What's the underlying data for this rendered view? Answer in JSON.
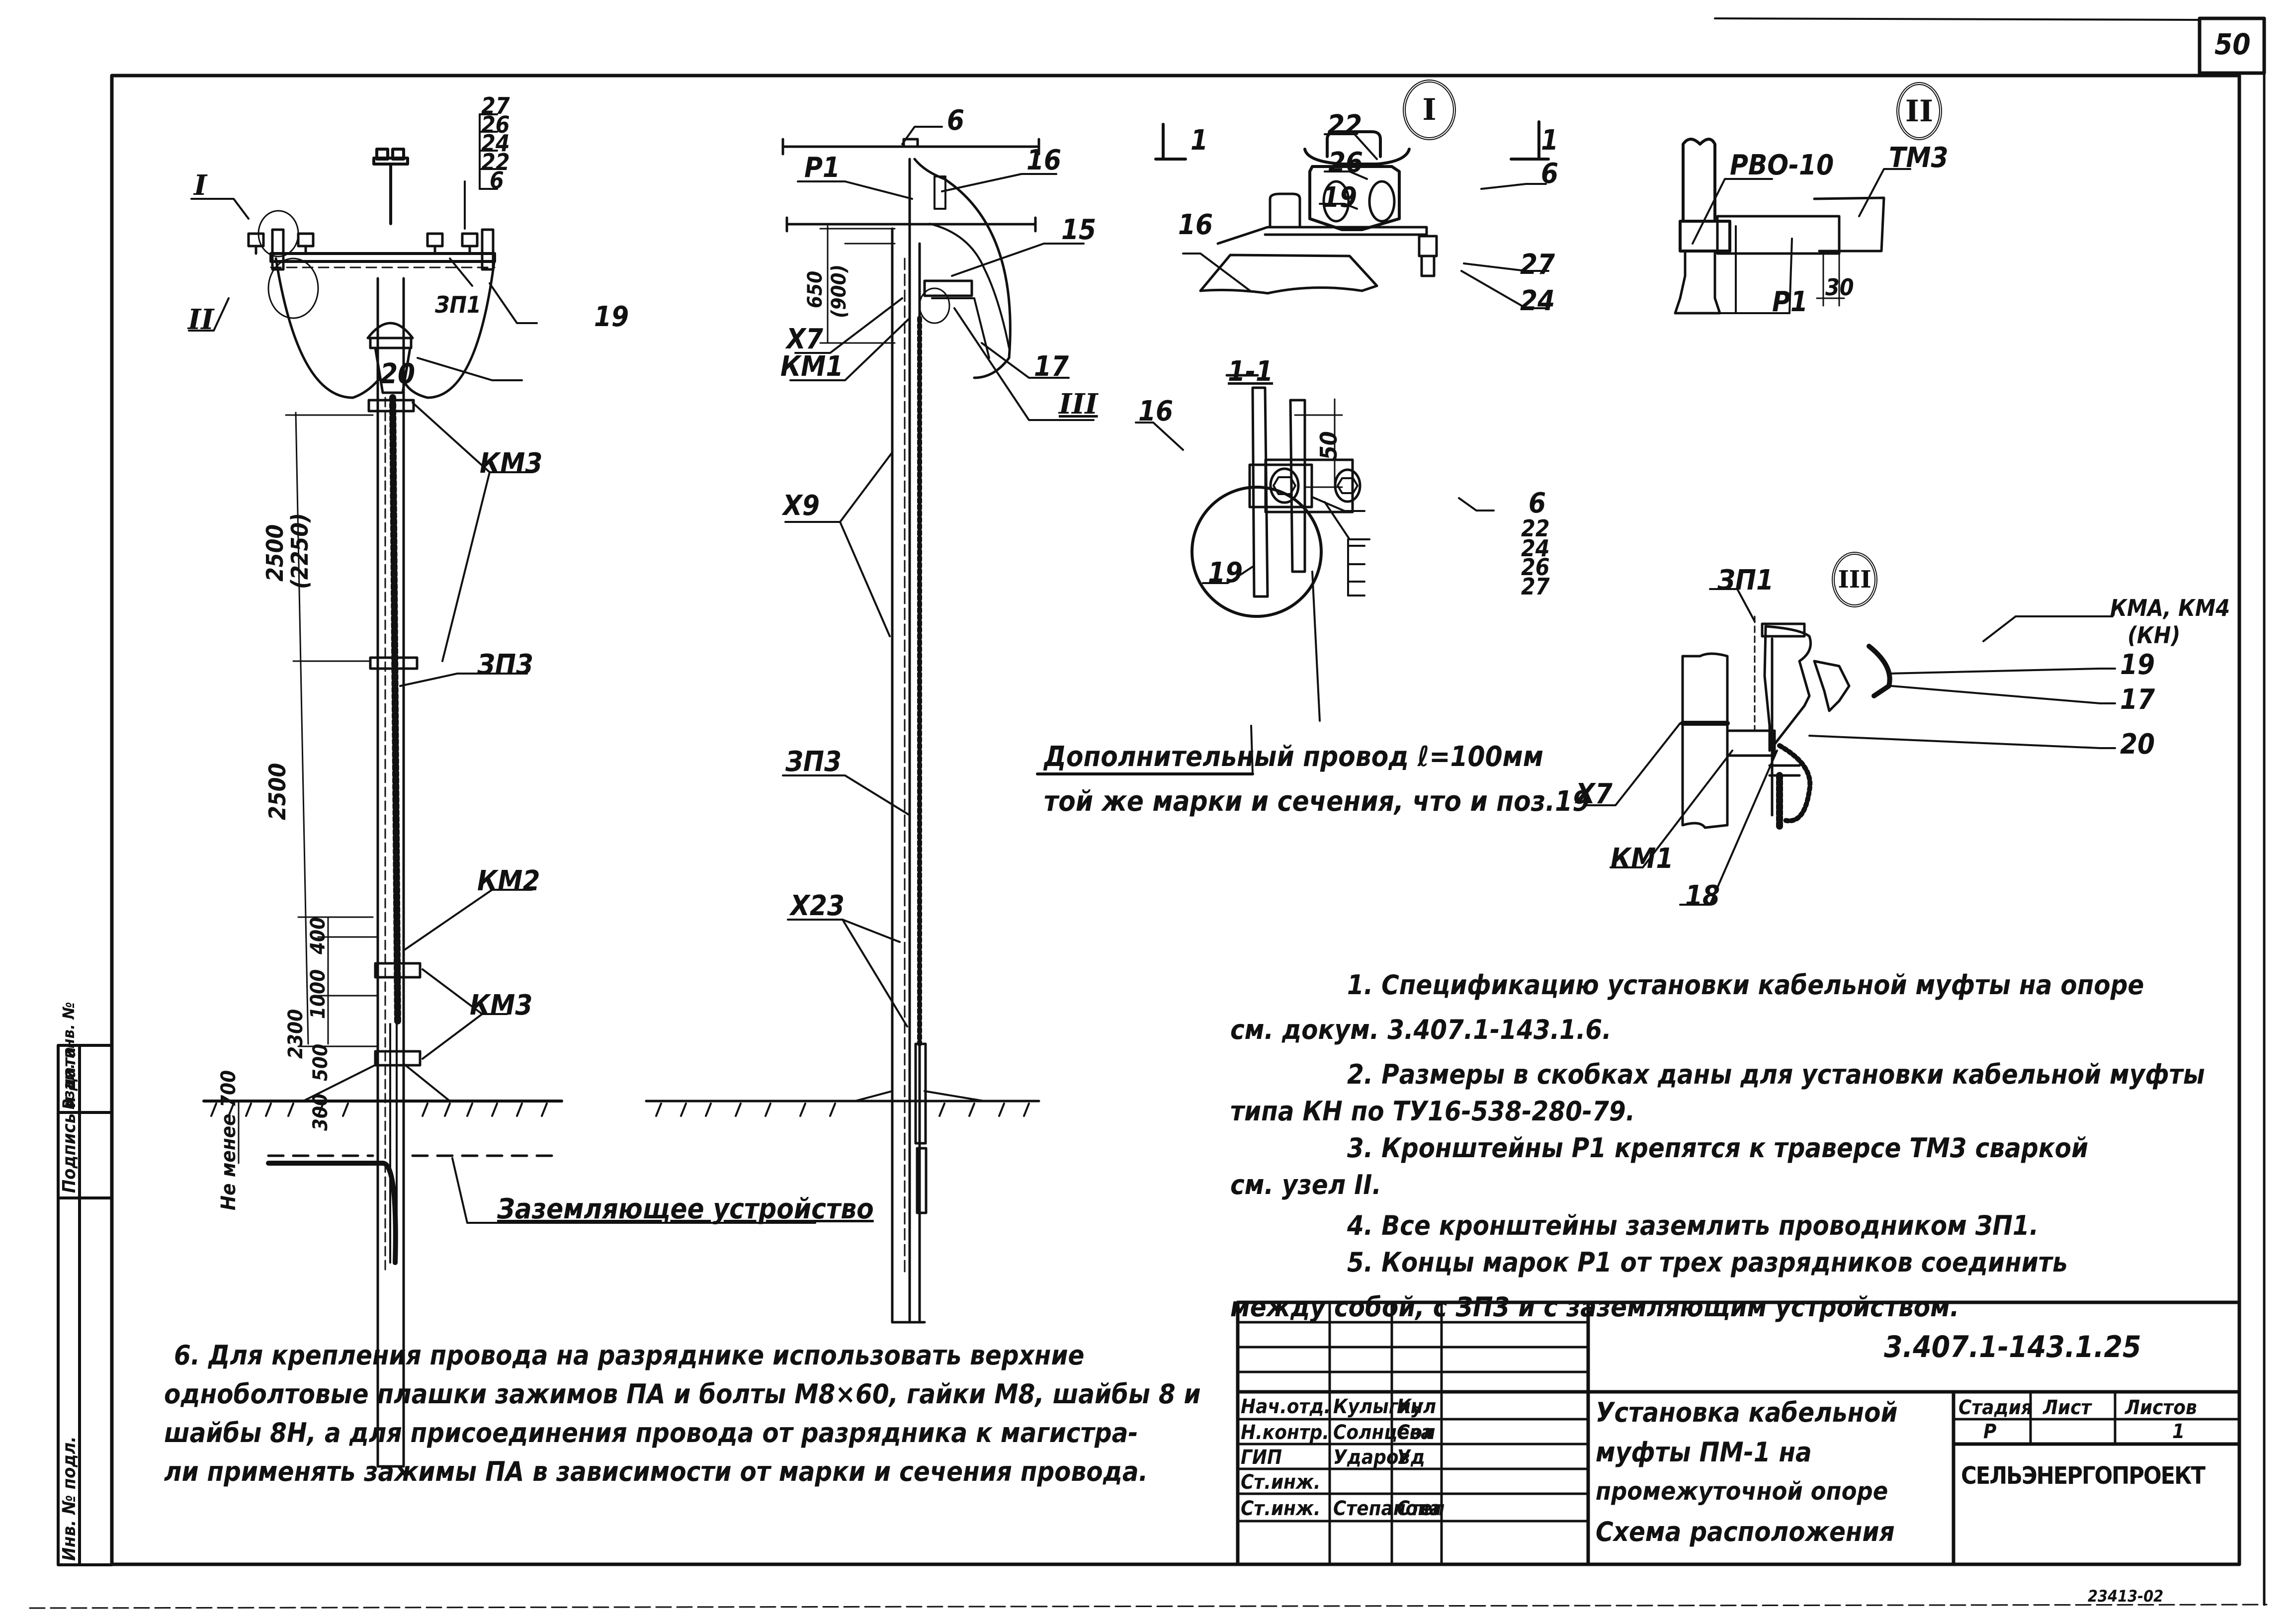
{
  "sheet_number": "50",
  "document_code": "3.407.1-143.1.25",
  "archive_number": "23413-02",
  "main_view": {
    "callouts": {
      "detail_I": "I",
      "detail_II": "II",
      "stack_top": [
        "27",
        "26",
        "24",
        "22",
        "6"
      ],
      "zp1": "ЗП1",
      "pos19": "19",
      "pos20": "20",
      "km3_upper": "КМ3",
      "zp3": "ЗП3",
      "km2": "КМ2",
      "km3_lower": "КМ3"
    },
    "dimensions": {
      "d2500_top": "2500",
      "d2250_alt": "(2250)",
      "d2500_mid": "2500",
      "d400": "400",
      "d1000": "1000",
      "d2300": "2300",
      "d500": "500",
      "d300": "300",
      "depth": "Не менее 700"
    },
    "grounding_label": "Заземляющее устройство"
  },
  "side_view": {
    "callouts": {
      "pos6": "6",
      "p1": "Р1",
      "pos16": "16",
      "pos15": "15",
      "x7": "Х7",
      "pos17": "17",
      "km1": "КМ1",
      "detail_III": "III",
      "x9": "Х9",
      "zp3": "ЗП3",
      "x23": "Х23"
    },
    "dimensions": {
      "d650": "650",
      "d900_alt": "(900)"
    }
  },
  "detail_I": {
    "title": "I",
    "section_marks": [
      "1",
      "1"
    ],
    "callouts": {
      "pos22": "22",
      "pos26": "26",
      "pos19": "19",
      "pos6": "6",
      "pos16": "16",
      "pos27": "27",
      "pos24": "24"
    }
  },
  "section_1_1": {
    "title": "1-1",
    "callouts": {
      "pos16": "16",
      "pos19": "19",
      "pos6": "6",
      "stack": [
        "22",
        "24",
        "26",
        "27"
      ]
    },
    "dimension": "50",
    "extra_wire_note_line1": "Дополнительный провод ℓ=100мм",
    "extra_wire_note_line2": "той же марки и сечения, что и поз.19"
  },
  "detail_II": {
    "title": "II",
    "callouts": {
      "rvo": "РВО-10",
      "tm3": "ТМ3",
      "p1": "Р1"
    },
    "dimension": "30"
  },
  "detail_III": {
    "title": "III",
    "callouts": {
      "zp1": "ЗП1",
      "kma": "КМА, КМ4",
      "kn": "(КН)",
      "pos19": "19",
      "pos17": "17",
      "x7": "Х7",
      "pos20": "20",
      "km1": "КМ1",
      "pos18": "18"
    }
  },
  "notes": [
    {
      "indent": true,
      "text": "1. Спецификацию установки кабельной муфты на опоре"
    },
    {
      "indent": false,
      "text": "см. докум. 3.407.1-143.1.6."
    },
    {
      "indent": true,
      "text": "2. Размеры в скобках даны для установки кабельной муфты"
    },
    {
      "indent": false,
      "text": "типа КН по ТУ16-538-280-79."
    },
    {
      "indent": true,
      "text": "3. Кронштейны Р1 крепятся к траверсе ТМ3 сваркой"
    },
    {
      "indent": false,
      "text": "см. узел II."
    },
    {
      "indent": true,
      "text": "4. Все кронштейны заземлить проводником ЗП1."
    },
    {
      "indent": true,
      "text": "5. Концы марок Р1 от трех разрядников соединить"
    },
    {
      "indent": false,
      "text": "между собой, с ЗП3 и с заземляющим устройством."
    }
  ],
  "note6": [
    "6. Для крепления провода на разряднике использовать верхние",
    "однoболтовые плашки зажимов ПА и болты М8×60, гайки М8, шайбы 8 и",
    "шайбы 8Н, а для присоединения провода от разрядника к магистра-",
    "ли применять зажимы ПА в зависимости от марки и сечения провода."
  ],
  "side_stamp": [
    "Инв. № подл.",
    "Подпись и дата",
    "Взам. инв. №"
  ],
  "title_block": {
    "signatures": [
      {
        "role": "Нач.отд.",
        "name": "Кулыгин",
        "sign": "Кул"
      },
      {
        "role": "Н.контр.",
        "name": "Солнцева",
        "sign": "Сол"
      },
      {
        "role": "ГИП",
        "name": "Ударов",
        "sign": "Уд"
      },
      {
        "role": "Ст.инж.",
        "name": "",
        "sign": ""
      },
      {
        "role": "Ст.инж.",
        "name": "Степанова",
        "sign": "Степ"
      }
    ],
    "title_lines": [
      "Установка кабельной",
      "муфты ПМ-1 на",
      "промежуточной опоре",
      "Схема расположения"
    ],
    "stage_header": "Стадия",
    "sheet_header": "Лист",
    "sheets_header": "Листов",
    "stage": "Р",
    "sheet": "",
    "sheets": "1",
    "organization": "СЕЛЬЭНЕРГОПРОЕКТ"
  }
}
